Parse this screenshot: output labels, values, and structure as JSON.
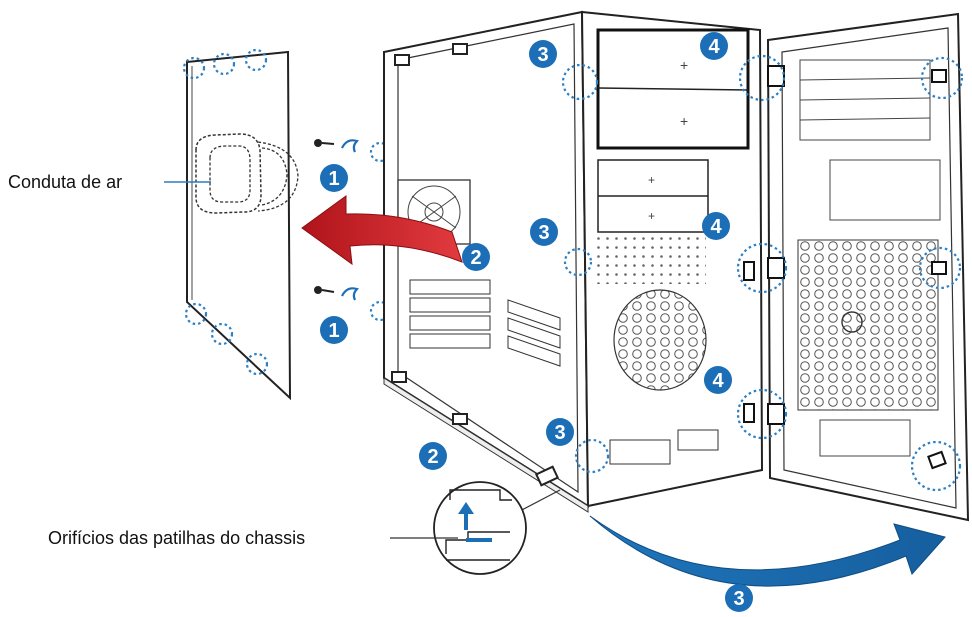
{
  "labels": {
    "air_duct": "Conduta de ar",
    "chassis_tab_holes": "Orifícios das patilhas do chassis"
  },
  "steps": {
    "screw_top": "1",
    "screw_bottom": "1",
    "slide_arrow": "2",
    "tab_bottom": "2",
    "hinge_top": "3",
    "hinge_mid": "3",
    "hinge_bottom": "3",
    "swing_arrow": "3",
    "latch_top": "4",
    "latch_mid": "4",
    "latch_bottom": "4"
  },
  "colors": {
    "badge": "#1c6eb6",
    "slide_arrow": "#d8222a",
    "swing_arrow": "#1a6db4",
    "dotted_circle": "#2b7fc3"
  }
}
